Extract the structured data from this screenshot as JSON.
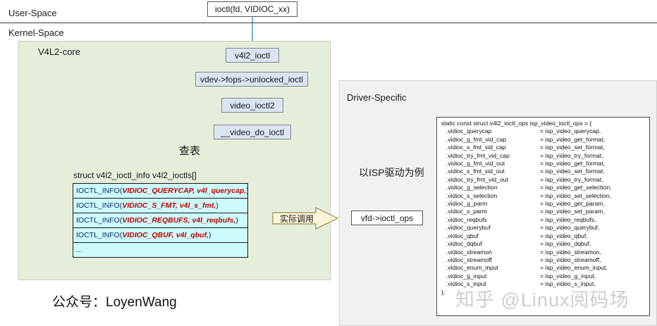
{
  "diagram": {
    "user_space_label": "User-Space",
    "kernel_space_label": "Kernel-Space",
    "entry_call": "ioctl(fd, VIDIOC_xx)"
  },
  "v4l2_core": {
    "title": "V4L2-core",
    "flow": [
      {
        "label": "v4l2_ioctl"
      },
      {
        "label": "vdev->fops->unlocked_ioctl"
      },
      {
        "label": "video_ioctl2"
      },
      {
        "label": "__video_do_ioctl"
      }
    ],
    "lookup_label": "查表",
    "table_caption": "struct v4l2_ioctl_info v4l2_ioctls[]",
    "table_rows": [
      {
        "macro": "IOCTL_INFO(",
        "args": "VIDIOC_QUERYCAP, v4l_querycap,",
        "tail": " )"
      },
      {
        "macro": "IOCTL_INFO(",
        "args": "VIDIOC_S_FMT, v4l_s_fmt,",
        "tail": " )"
      },
      {
        "macro": "IOCTL_INFO(",
        "args": "VIDIOC_REQBUFS, v4l_reqbufs,",
        "tail": " )"
      },
      {
        "macro": "IOCTL_INFO(",
        "args": "VIDIOC_QBUF, v4l_qbuf,",
        "tail": " )"
      },
      {
        "macro": "...",
        "args": "",
        "tail": ""
      }
    ]
  },
  "transition": {
    "actual_call_label": "实际调用"
  },
  "driver_specific": {
    "title": "Driver-Specific",
    "isp_example_label": "以ISP驱动为例",
    "ioctl_ops_box": "vfd->ioctl_ops",
    "code_header": "static const struct v4l2_ioctl_ops isp_video_ioctl_ops = {",
    "code_footer": "};",
    "code_rows": [
      {
        "member": ".vidioc_querycap",
        "handler": "= isp_video_querycap,"
      },
      {
        "member": ".vidioc_g_fmt_vid_cap",
        "handler": "= isp_video_get_format,"
      },
      {
        "member": ".vidioc_s_fmt_vid_cap",
        "handler": "= isp_video_set_format,"
      },
      {
        "member": ".vidioc_try_fmt_vid_cap",
        "handler": "= isp_video_try_format,"
      },
      {
        "member": ".vidioc_g_fmt_vid_out",
        "handler": "= isp_video_get_format,"
      },
      {
        "member": ".vidioc_s_fmt_vid_out",
        "handler": "= isp_video_set_format,"
      },
      {
        "member": ".vidioc_try_fmt_vid_out",
        "handler": "= isp_video_try_format,"
      },
      {
        "member": ".vidioc_g_selection",
        "handler": "= isp_video_get_selection,"
      },
      {
        "member": ".vidioc_s_selection",
        "handler": "= isp_video_set_selection,"
      },
      {
        "member": ".vidioc_g_parm",
        "handler": "= isp_video_get_param,"
      },
      {
        "member": ".vidioc_s_parm",
        "handler": "= isp_video_set_param,"
      },
      {
        "member": ".vidioc_reqbufs",
        "handler": "= isp_video_reqbufs,"
      },
      {
        "member": ".vidioc_querybuf",
        "handler": "= isp_video_querybuf,"
      },
      {
        "member": ".vidioc_qbuf",
        "handler": "= isp_video_qbuf,"
      },
      {
        "member": ".vidioc_dqbuf",
        "handler": "= isp_video_dqbuf,"
      },
      {
        "member": ".vidioc_streamon",
        "handler": "= isp_video_streamon,"
      },
      {
        "member": ".vidioc_streamoff",
        "handler": "= isp_video_streamoff,"
      },
      {
        "member": ".vidioc_enum_input",
        "handler": "= isp_video_enum_input,"
      },
      {
        "member": ".vidioc_g_input",
        "handler": "= isp_video_g_input,"
      },
      {
        "member": ".vidioc_s_input",
        "handler": "= isp_video_s_input,"
      }
    ]
  },
  "footer": {
    "credit": "公众号：LoyenWang",
    "watermark": "知乎 @Linux阅码场"
  },
  "colors": {
    "core_panel_bg": "#e5eedb",
    "driver_panel_bg": "#f1f1f1",
    "flow_box_bg": "#dce4f1",
    "table_row_bg": "#ccfbfb",
    "table_text": "#0b2a6b",
    "table_args": "#c00000",
    "arrow_blue": "#5b9bd5",
    "arrow_purple": "#7a63a8",
    "block_arrow_fill": "#fdf5d9",
    "block_arrow_stroke": "#9a8b4f"
  }
}
